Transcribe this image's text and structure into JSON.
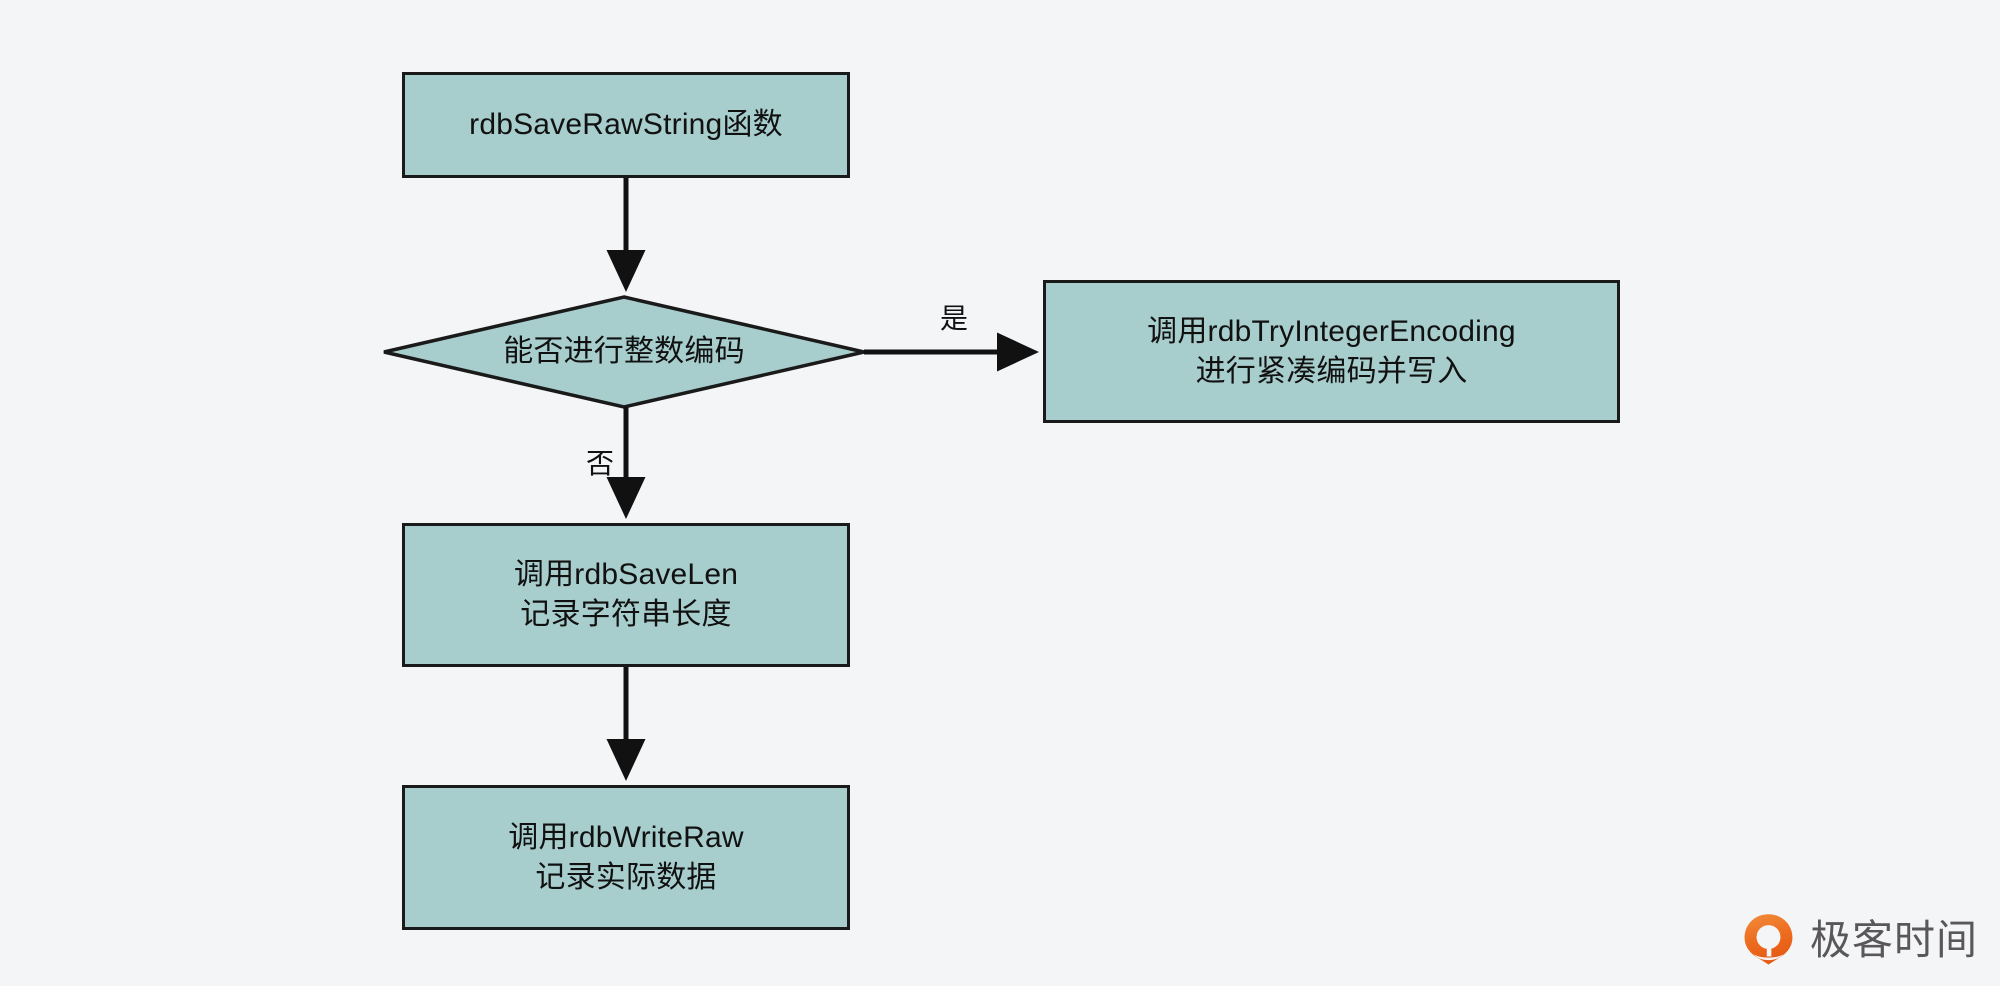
{
  "diagram": {
    "type": "flowchart",
    "title": "rdbSaveRawString flow",
    "background_color": "#f4f5f7",
    "node_fill_color": "#a8cdcd",
    "node_border_color": "#1a1a1a",
    "text_color": "#111111",
    "nodes": [
      {
        "id": "start",
        "shape": "rectangle",
        "lines": [
          "rdbSaveRawString函数"
        ]
      },
      {
        "id": "decision",
        "shape": "diamond",
        "lines": [
          "能否进行整数编码"
        ]
      },
      {
        "id": "integer-encoding",
        "shape": "rectangle",
        "lines": [
          "调用rdbTryIntegerEncoding",
          "进行紧凑编码并写入"
        ]
      },
      {
        "id": "save-len",
        "shape": "rectangle",
        "lines": [
          "调用rdbSaveLen",
          "记录字符串长度"
        ]
      },
      {
        "id": "write-raw",
        "shape": "rectangle",
        "lines": [
          "调用rdbWriteRaw",
          "记录实际数据"
        ]
      }
    ],
    "edges": [
      {
        "id": "start-to-decision",
        "from": "start",
        "to": "decision",
        "label": ""
      },
      {
        "id": "decision-to-integer-encoding",
        "from": "decision",
        "to": "integer-encoding",
        "label": "是"
      },
      {
        "id": "decision-to-save-len",
        "from": "decision",
        "to": "save-len",
        "label": "否"
      },
      {
        "id": "save-len-to-write-raw",
        "from": "save-len",
        "to": "write-raw",
        "label": ""
      }
    ]
  },
  "watermark": {
    "text": "极客时间",
    "mark_color": "#ed6c1f",
    "mark_color_light": "#f08a35",
    "text_color": "#595757"
  }
}
